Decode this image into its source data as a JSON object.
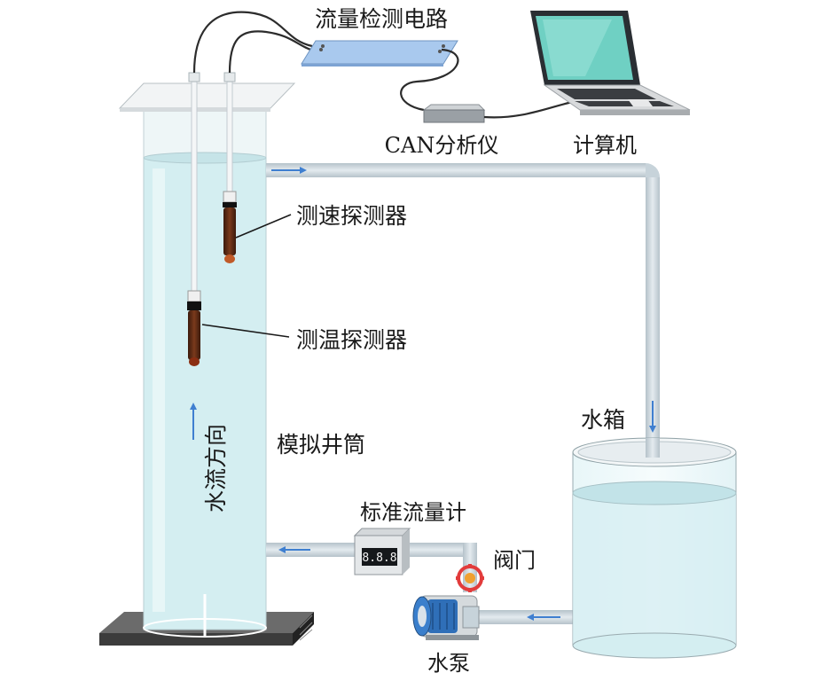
{
  "labels": {
    "flow_circuit": "流量检测电路",
    "can_analyzer": "CAN分析仪",
    "computer": "计算机",
    "speed_probe": "测速探测器",
    "temp_probe": "测温探测器",
    "flow_direction": "水流方向",
    "simulated_wellbore": "模拟井筒",
    "water_tank": "水箱",
    "standard_flowmeter": "标准流量计",
    "valve": "阀门",
    "pump": "水泵"
  },
  "flowmeter_display": "8.8.8",
  "colors": {
    "water": "#d4eef1",
    "pipe": "#c7d3da",
    "arrow": "#3f7fd0",
    "probe": "#5a2a14",
    "circuit_board": "#a9c9ee",
    "valve": "#e23b3b"
  },
  "icons": [
    "laptop-icon",
    "can-analyzer-icon",
    "pump-icon",
    "valve-icon",
    "flowmeter-icon"
  ]
}
